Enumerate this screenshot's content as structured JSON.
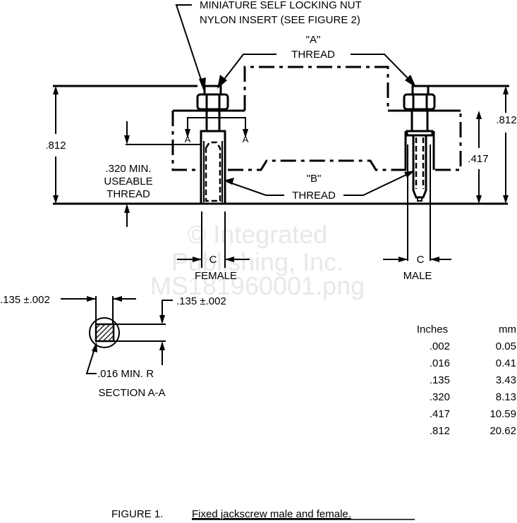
{
  "figure": {
    "number_label": "FIGURE 1.",
    "caption": "Fixed jackscrew male and female."
  },
  "callouts": {
    "nut_line1": "MINIATURE SELF LOCKING NUT",
    "nut_line2": "NYLON INSERT (SEE FIGURE 2)",
    "thread_a_line1": "\"A\"",
    "thread_a_line2": "THREAD",
    "thread_b_line1": "\"B\"",
    "thread_b_line2": "THREAD",
    "useable_line1": ".320 MIN.",
    "useable_line2": "USEABLE",
    "useable_line3": "THREAD",
    "section_mark_left": "A",
    "section_mark_right": "A"
  },
  "dimensions": {
    "female_height": ".812",
    "male_height": ".812",
    "male_engagement": ".417",
    "female_c": "C",
    "male_c": "C",
    "section_width": ".135 ±.002",
    "section_height": ".135 ±.002",
    "section_radius": ".016 MIN. R"
  },
  "labels": {
    "female": "FEMALE",
    "male": "MALE",
    "section": "SECTION A-A"
  },
  "conversion_table": {
    "headers": [
      "Inches",
      "mm"
    ],
    "rows": [
      [
        ".002",
        "0.05"
      ],
      [
        ".016",
        "0.41"
      ],
      [
        ".135",
        "3.43"
      ],
      [
        ".320",
        "8.13"
      ],
      [
        ".417",
        "10.59"
      ],
      [
        ".812",
        "20.62"
      ]
    ]
  },
  "watermark": {
    "line1": "© Integrated",
    "line2": "Publishing, Inc.",
    "line3": "MS181960001.png"
  }
}
